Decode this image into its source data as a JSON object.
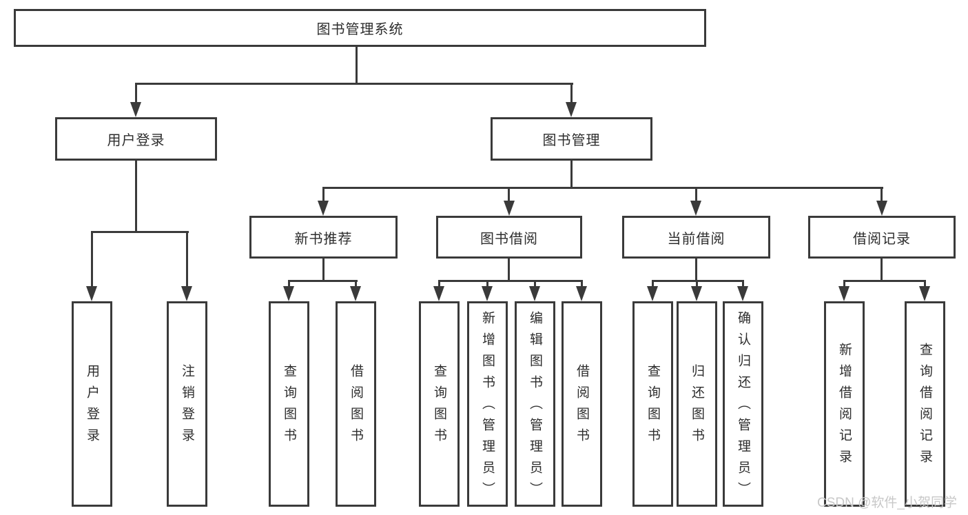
{
  "tree": {
    "label": "图书管理系统",
    "children": [
      {
        "label": "用户登录",
        "children": [
          {
            "label": "用户登录"
          },
          {
            "label": "注销登录"
          }
        ]
      },
      {
        "label": "图书管理",
        "children": [
          {
            "label": "新书推荐",
            "children": [
              {
                "label": "查询图书"
              },
              {
                "label": "借阅图书"
              }
            ]
          },
          {
            "label": "图书借阅",
            "children": [
              {
                "label": "查询图书"
              },
              {
                "label": "新增图书（管理员）"
              },
              {
                "label": "编辑图书（管理员）"
              },
              {
                "label": "借阅图书"
              }
            ]
          },
          {
            "label": "当前借阅",
            "children": [
              {
                "label": "查询图书"
              },
              {
                "label": "归还图书"
              },
              {
                "label": "确认归还（管理员）"
              }
            ]
          },
          {
            "label": "借阅记录",
            "children": [
              {
                "label": "新增借阅记录"
              },
              {
                "label": "查询借阅记录"
              }
            ]
          }
        ]
      }
    ]
  },
  "watermark": {
    "text": "CSDN @软件_小贺同学"
  },
  "colors": {
    "background": "#ffffff",
    "box_border": "#3a3a3a",
    "box_background": "#ffffff",
    "line": "#3a3a3a",
    "text": "#2d2d2d",
    "watermark": "#c8c8c8"
  }
}
